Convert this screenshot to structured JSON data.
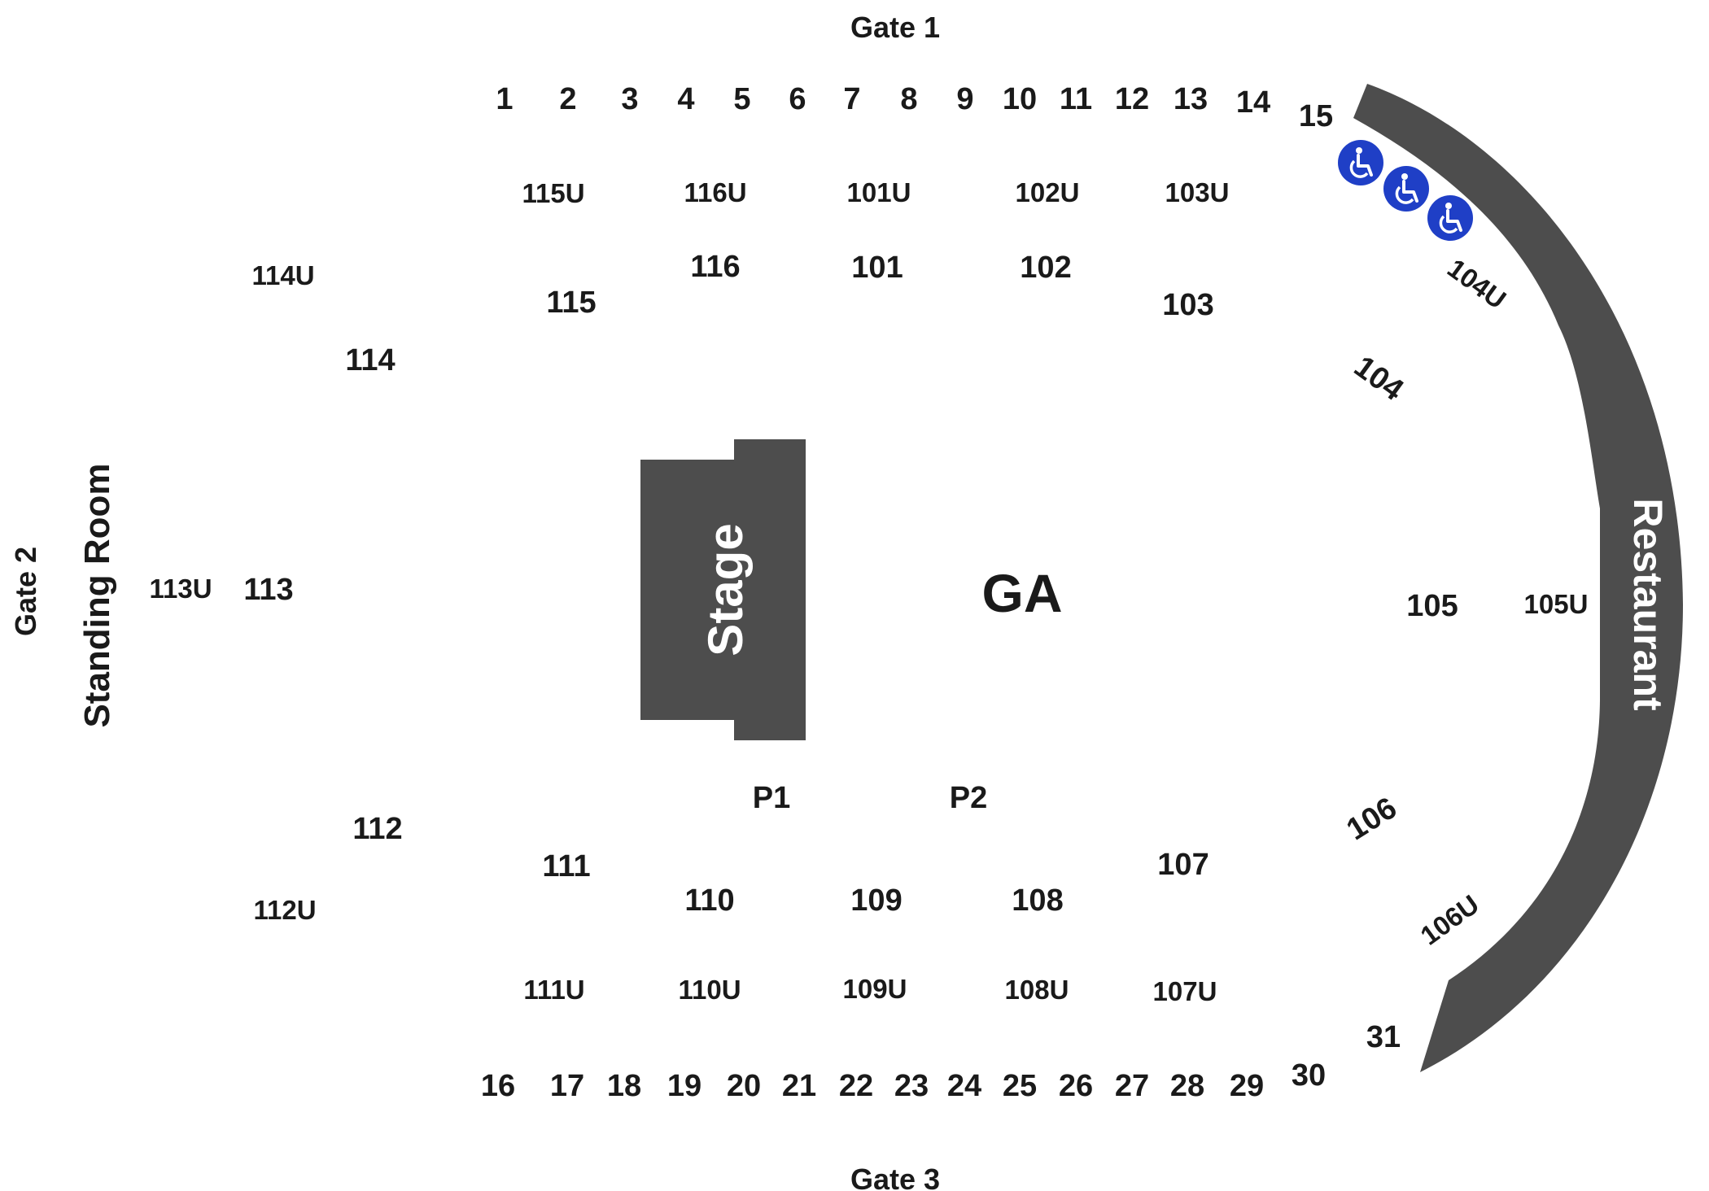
{
  "gates": {
    "gate1": "Gate 1",
    "gate2": "Gate 2",
    "gate3": "Gate 3"
  },
  "areas": {
    "stage": "Stage",
    "ga": "GA",
    "standing_room": "Standing Room",
    "restaurant": "Restaurant",
    "p1": "P1",
    "p2": "P2"
  },
  "boxes_top": [
    "1",
    "2",
    "3",
    "4",
    "5",
    "6",
    "7",
    "8",
    "9",
    "10",
    "11",
    "12",
    "13",
    "14",
    "15"
  ],
  "boxes_bottom": [
    "16",
    "17",
    "18",
    "19",
    "20",
    "21",
    "22",
    "23",
    "24",
    "25",
    "26",
    "27",
    "28",
    "29",
    "30",
    "31"
  ],
  "sections_lower": [
    "101",
    "102",
    "103",
    "104",
    "105",
    "106",
    "107",
    "108",
    "109",
    "110",
    "111",
    "112",
    "113",
    "114",
    "115",
    "116"
  ],
  "sections_upper": [
    "101U",
    "102U",
    "103U",
    "104U",
    "105U",
    "106U",
    "107U",
    "108U",
    "109U",
    "110U",
    "111U",
    "112U",
    "113U",
    "114U",
    "115U",
    "116U"
  ],
  "accessibility": {
    "icon": "wheelchair-icon",
    "count": 3,
    "color": "#1f3fc6"
  },
  "colors": {
    "structure": "#4d4d4d",
    "text": "#1a1a1a"
  }
}
